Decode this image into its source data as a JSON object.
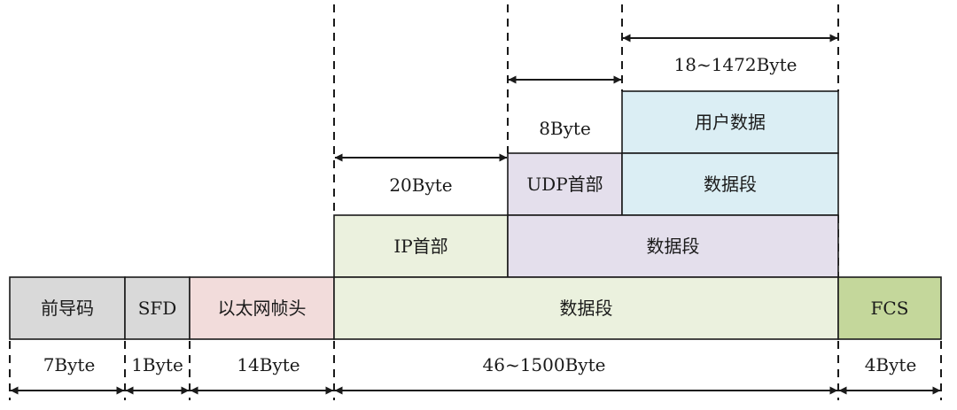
{
  "colors": {
    "gray": "#d9d9d9",
    "pink": "#f2dcdb",
    "green": "#ebf1de",
    "lavender": "#e4dfec",
    "blue": "#dbeef4",
    "olive": "#c4d79b",
    "white": "#ffffff",
    "line": "#1a1a1a"
  },
  "ethernet_frame": {
    "preamble": "前导码",
    "sfd": "SFD",
    "header": "以太网帧头",
    "data": "数据段",
    "fcs": "FCS"
  },
  "ip_packet": {
    "header": "IP首部",
    "data": "数据段"
  },
  "udp_datagram": {
    "header": "UDP首部",
    "data": "数据段"
  },
  "user_data": "用户数据",
  "sizes": {
    "preamble": "7Byte",
    "sfd": "1Byte",
    "header": "14Byte",
    "data": "46~1500Byte",
    "fcs": "4Byte",
    "ip_header": "20Byte",
    "udp_header": "8Byte",
    "user_data": "18~1472Byte"
  }
}
